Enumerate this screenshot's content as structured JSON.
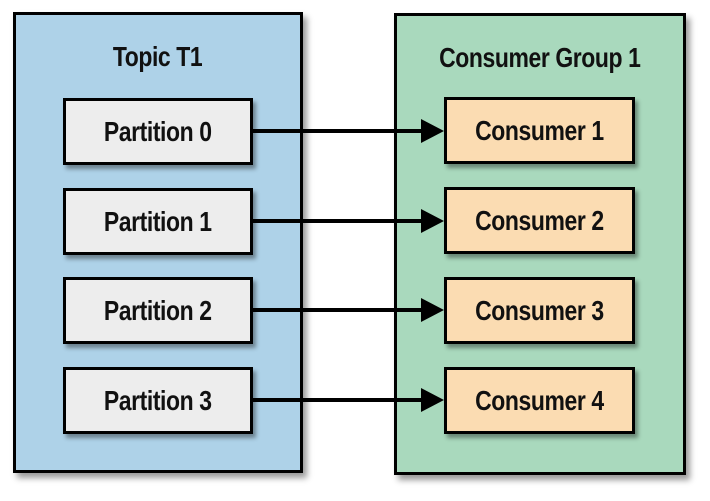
{
  "diagram": {
    "title_semantics": "Kafka topic partitions assigned to consumers in a consumer group",
    "topic": {
      "title": "Topic T1",
      "partitions": [
        "Partition 0",
        "Partition 1",
        "Partition 2",
        "Partition 3"
      ]
    },
    "consumer_group": {
      "title": "Consumer Group 1",
      "consumers": [
        "Consumer 1",
        "Consumer 2",
        "Consumer 3",
        "Consumer 4"
      ]
    },
    "mappings": [
      {
        "from": "Partition 0",
        "to": "Consumer 1"
      },
      {
        "from": "Partition 1",
        "to": "Consumer 2"
      },
      {
        "from": "Partition 2",
        "to": "Consumer 3"
      },
      {
        "from": "Partition 3",
        "to": "Consumer 4"
      }
    ],
    "colors": {
      "background": "#ffffff",
      "topic_fill": "#aed2e8",
      "group_fill": "#a9d9bd",
      "partition_fill": "#ededed",
      "consumer_fill": "#fbdcb2",
      "border": "#000000",
      "arrow": "#000000",
      "text": "#111111"
    }
  }
}
